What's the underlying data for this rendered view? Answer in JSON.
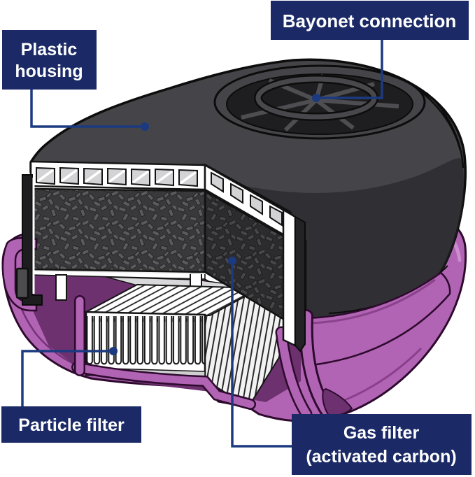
{
  "figure": {
    "description": "Cutaway illustration of a respirator filter cartridge",
    "labels": {
      "plastic_housing": {
        "line1": "Plastic",
        "line2": "housing"
      },
      "bayonet_connection": {
        "text": "Bayonet connection"
      },
      "particle_filter": {
        "text": "Particle filter"
      },
      "gas_filter": {
        "line1": "Gas filter",
        "line2": "(activated carbon)"
      }
    }
  },
  "colors": {
    "label_bg": "#1b2a66",
    "label_text": "#ffffff",
    "connector": "#1c3a80",
    "housing_top": "#454549",
    "housing_front": "#26262a",
    "outline": "#0d0d0d",
    "bowl_purple": "#b164b3",
    "bowl_purple_dark": "#6d3170",
    "bowl_outline": "#2d0a2e",
    "carbon_bg": "#39393b",
    "carbon_fleck": "#5b5b5e",
    "grid_slot": "#d3d3d5",
    "pleat_white": "#ffffff",
    "frame_gray": "#d8d8da",
    "background": "#ffffff"
  }
}
